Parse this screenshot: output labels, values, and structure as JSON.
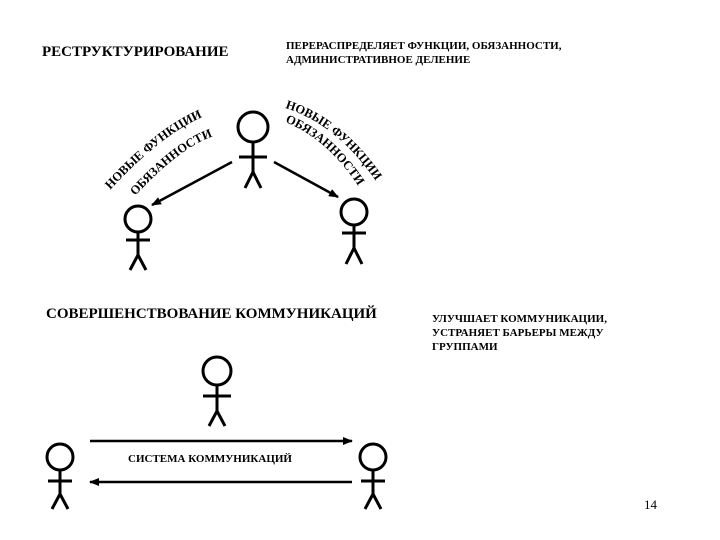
{
  "restructuring": {
    "title": "РЕСТРУКТУРИРОВАНИЕ",
    "description_line1": "ПЕРЕРАСПРЕДЕЛЯЕТ ФУНКЦИИ, ОБЯЗАННОСТИ,",
    "description_line2": "АДМИНИСТРАТИВНОЕ ДЕЛЕНИЕ",
    "left_arc_line1": "НОВЫЕ ФУНКЦИИ",
    "left_arc_line2": "ОБЯЗАННОСТИ",
    "right_arc_line1": "НОВЫЕ ФУНКЦИИ",
    "right_arc_line2": "ОБЯЗАННОСТИ"
  },
  "communications": {
    "title": "СОВЕРШЕНСТВОВАНИЕ КОММУНИКАЦИЙ",
    "description_line1": "УЛУЧШАЕТ КОММУНИКАЦИИ,",
    "description_line2": "УСТРАНЯЕТ БАРЬЕРЫ МЕЖДУ",
    "description_line3": "ГРУППАМИ",
    "system_label": "СИСТЕМА КОММУНИКАЦИЙ"
  },
  "page_number": "14"
}
